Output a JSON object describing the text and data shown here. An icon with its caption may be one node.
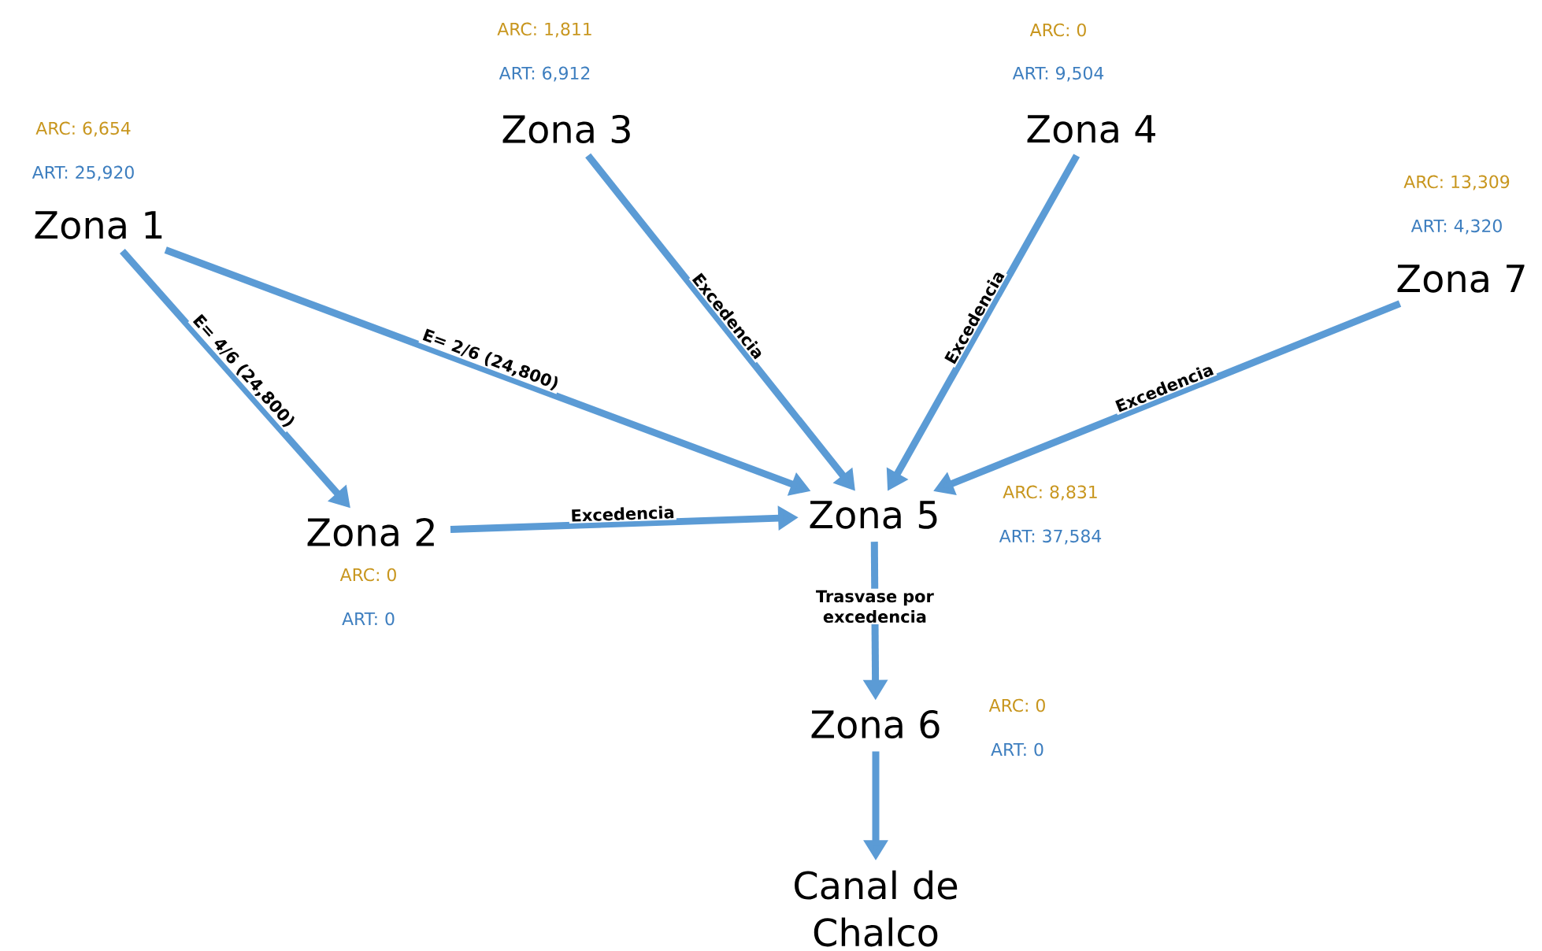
{
  "diagram": {
    "nodes": [
      {
        "text": [
          "Zona 1"
        ],
        "beside": [
          "ARC: 6,654",
          "ART: 25,920"
        ]
      },
      {
        "text": [
          "Zona 3"
        ],
        "beside": [
          "ARC: 1,811",
          "ART: 6,912"
        ]
      },
      {
        "text": [
          "Zona 4"
        ],
        "beside": [
          "ARC: 0",
          "ART: 9,504"
        ]
      },
      {
        "text": [
          "Zona 7"
        ],
        "beside": [
          "ARC: 13,309",
          "ART: 4,320"
        ]
      },
      {
        "text": [
          "Zona 2"
        ],
        "beside": [
          "ARC: 0",
          "ART: 0"
        ]
      },
      {
        "text": [
          "Zona 5"
        ],
        "beside": [
          "ARC: 8,831",
          "ART: 37,584"
        ]
      },
      {
        "text": [
          "Zona 6"
        ],
        "beside": [
          "ARC: 0",
          "ART: 0"
        ]
      },
      {
        "text": [
          "Canal de Chalco"
        ]
      }
    ],
    "edges": [
      {
        "from": 0,
        "to": 4,
        "arrow": "to",
        "label": "E= 4/6 (24,800)"
      },
      {
        "from": 0,
        "to": 5,
        "arrow": "to",
        "label": "E= 2/6 (24,800)"
      },
      {
        "from": 1,
        "to": 5,
        "arrow": "to",
        "label": "Excedencia"
      },
      {
        "from": 2,
        "to": 5,
        "arrow": "to",
        "label": "Excedencia"
      },
      {
        "from": 3,
        "to": 5,
        "arrow": "to",
        "label": "Excedencia"
      },
      {
        "from": 4,
        "to": 5,
        "arrow": "to",
        "label": "Excedencia"
      },
      {
        "from": 5,
        "to": 6,
        "arrow": "to",
        "label": "Trasvase por excedencia"
      },
      {
        "from": 6,
        "to": 7,
        "arrow": "to"
      }
    ]
  }
}
